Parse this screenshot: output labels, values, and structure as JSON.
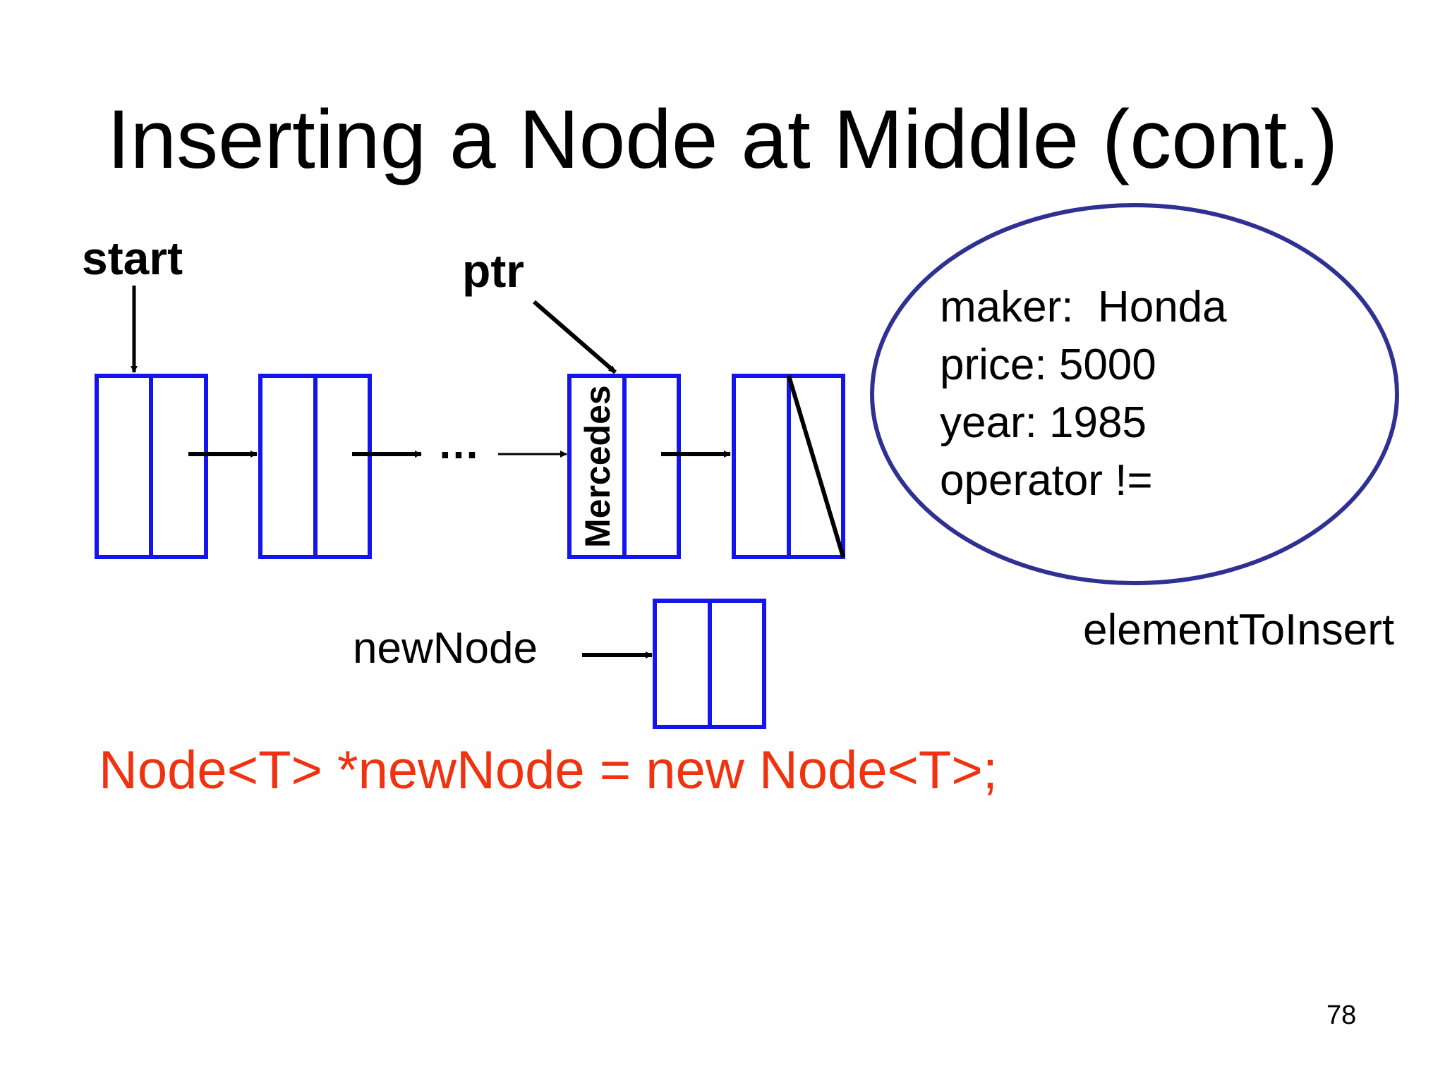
{
  "slide": {
    "title": "Inserting a Node at Middle (cont.)",
    "page_number": "78"
  },
  "diagram": {
    "start_label": "start",
    "ptr_label": "ptr",
    "ellipsis": "…",
    "node_value_label": "Mercedes",
    "new_node_label": "newNode",
    "element_label": "elementToInsert",
    "element_fields": [
      "maker:  Honda",
      "price: 5000",
      "year: 1985",
      "operator !="
    ]
  },
  "code": {
    "line": "Node<T> *newNode = new Node<T>;"
  },
  "colors": {
    "node_border": "#1414ee",
    "oval_border": "#2e3192",
    "code_text": "#f0320f",
    "arrow": "#000000"
  },
  "icons": {
    "pointer": "arrow-right",
    "null_pointer": "diagonal-slash"
  }
}
